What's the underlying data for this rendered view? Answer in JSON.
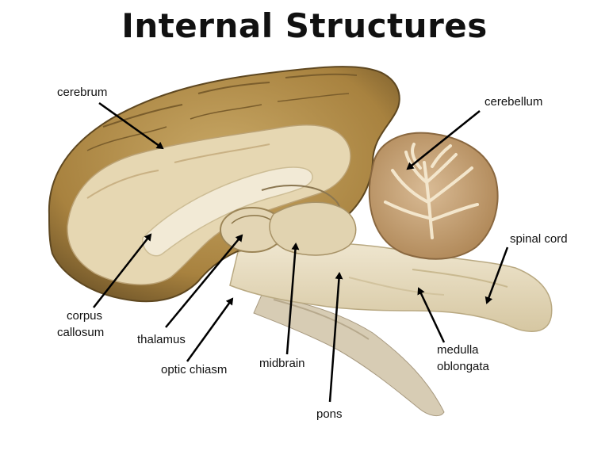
{
  "title": "Internal Structures",
  "labels": {
    "cerebrum": "cerebrum",
    "cerebellum": "cerebellum",
    "spinal_cord": "spinal cord",
    "corpus_callosum_1": "corpus",
    "corpus_callosum_2": "callosum",
    "thalamus": "thalamus",
    "optic_chiasm": "optic chiasm",
    "midbrain": "midbrain",
    "medulla_1": "medulla",
    "medulla_2": "oblongata",
    "pons": "pons"
  },
  "colors": {
    "cortex": "#b08a4a",
    "white_matter": "#e7dcc0",
    "brainstem": "#e9dfc6",
    "cerebellum": "#cfae86",
    "arrow": "#000000"
  }
}
